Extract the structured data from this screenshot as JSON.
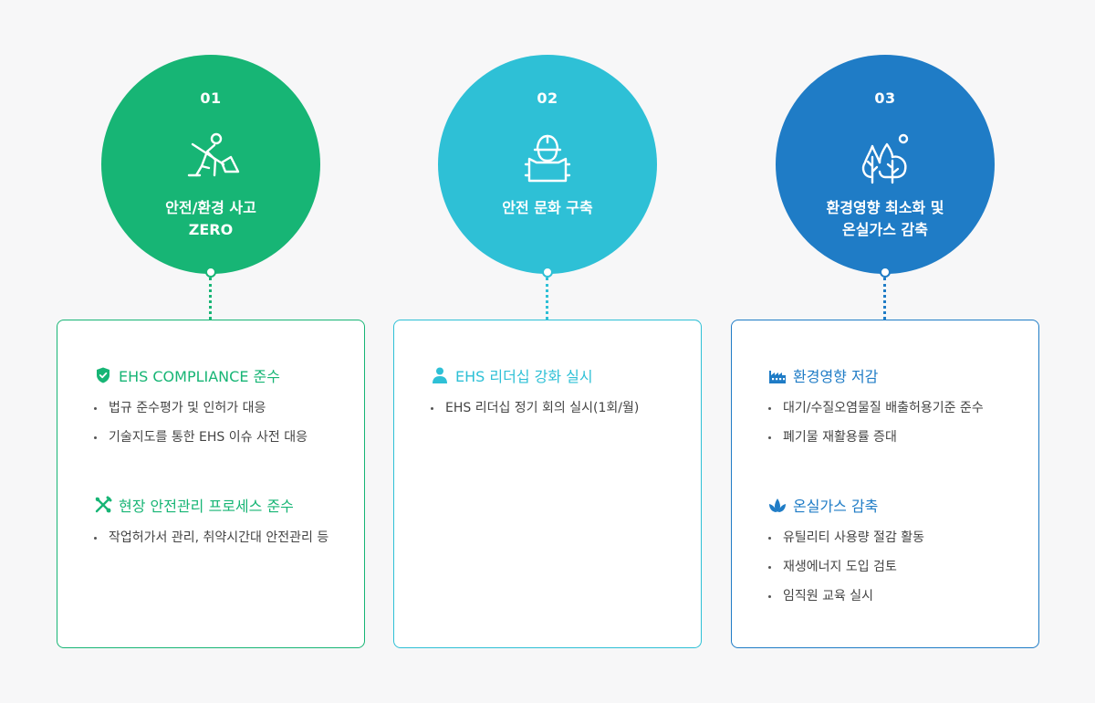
{
  "pillars": [
    {
      "number": "01",
      "icon": "worker-shovel-icon",
      "title_lines": [
        "안전/환경 사고",
        "ZERO"
      ],
      "color": "#17b575",
      "sections": [
        {
          "icon": "shield-check-icon",
          "heading": "EHS COMPLIANCE 준수",
          "items": [
            "법규 준수평가 및 인허가 대응",
            "기술지도를 통한 EHS 이슈 사전 대응"
          ]
        },
        {
          "icon": "wrench-screwdriver-icon",
          "heading": "현장 안전관리 프로세스 준수",
          "items": [
            "작업허가서 관리, 취약시간대 안전관리 등"
          ]
        }
      ]
    },
    {
      "number": "02",
      "icon": "hardhat-blueprint-icon",
      "title_lines": [
        "안전 문화 구축"
      ],
      "color": "#2ec0d6",
      "sections": [
        {
          "icon": "person-icon",
          "heading": "EHS 리더십 강화 실시",
          "items": [
            "EHS 리더십 정기 회의 실시(1회/월)"
          ]
        }
      ]
    },
    {
      "number": "03",
      "icon": "trees-sun-icon",
      "title_lines": [
        "환경영향 최소화 및",
        "온실가스 감축"
      ],
      "color": "#1f7cc6",
      "sections": [
        {
          "icon": "factory-icon",
          "heading": "환경영향 저감",
          "items": [
            "대기/수질오염물질 배출허용기준 준수",
            "폐기물 재활용률 증대"
          ]
        },
        {
          "icon": "leaf-icon",
          "heading": "온실가스 감축",
          "items": [
            "유틸리티 사용량 절감 활동",
            "재생에너지 도입 검토",
            "임직원 교육 실시"
          ]
        }
      ]
    }
  ]
}
